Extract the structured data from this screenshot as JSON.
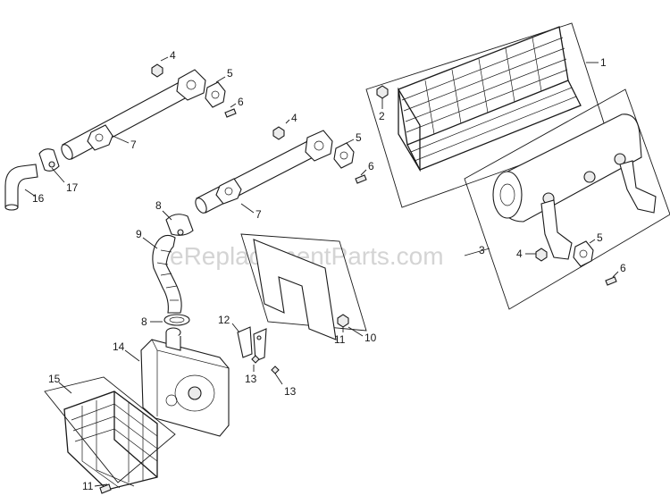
{
  "watermark": "eReplacementParts.com",
  "callouts": {
    "c1": "1",
    "c2": "2",
    "c3": "3",
    "c4a": "4",
    "c4b": "4",
    "c4c": "4",
    "c5a": "5",
    "c5b": "5",
    "c5c": "5",
    "c6a": "6",
    "c6b": "6",
    "c6c": "6",
    "c7a": "7",
    "c7b": "7",
    "c8a": "8",
    "c8b": "8",
    "c9": "9",
    "c10": "10",
    "c11a": "11",
    "c11b": "11",
    "c12": "12",
    "c13a": "13",
    "c13b": "13",
    "c14": "14",
    "c15": "15",
    "c16": "16",
    "c17": "17"
  }
}
